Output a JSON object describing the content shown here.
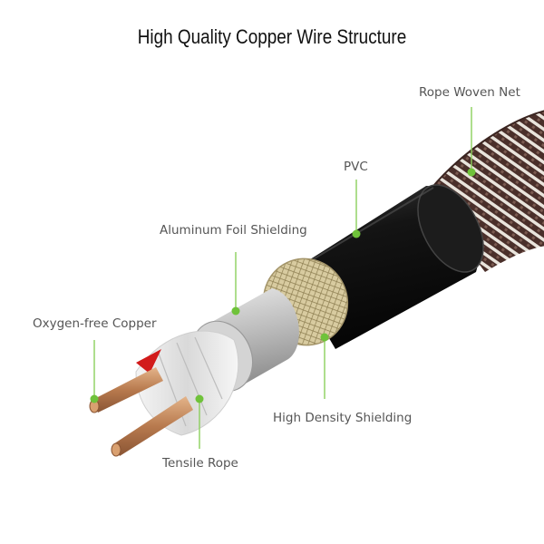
{
  "title": "High Quality Copper Wire Structure",
  "labels": {
    "rope_woven_net": "Rope Woven Net",
    "pvc": "PVC",
    "aluminum_foil": "Aluminum Foil Shielding",
    "oxygen_free_copper": "Oxygen-free Copper",
    "high_density_shielding": "High Density Shielding",
    "tensile_rope": "Tensile Rope"
  },
  "colors": {
    "marker": "#6fc23a",
    "leader_line": "#8ccf5c",
    "copper": "#c98a5a",
    "pvc_jacket": "#161616",
    "braid_gold": "#c7b98a",
    "woven_net": "#5a3a32"
  }
}
